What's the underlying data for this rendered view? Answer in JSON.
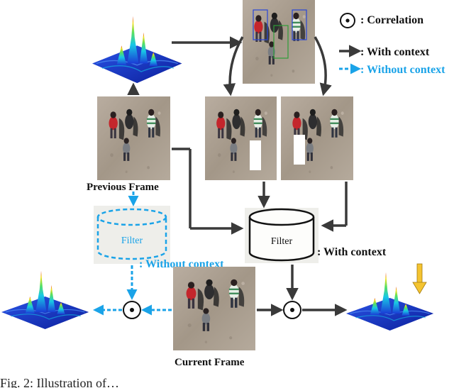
{
  "legend": {
    "correlation": ": Correlation",
    "with_context": ": With context",
    "without_context": ": Without context"
  },
  "labels": {
    "previous_frame": "Previous Frame",
    "current_frame": "Current Frame",
    "with_context": ": With context",
    "without_context": ": Without context"
  },
  "filters": {
    "with_context": "Filter",
    "without_context": "Filter"
  },
  "caption": "Fig. 2: Illustration of…",
  "colors": {
    "with_context": "#3a3a3a",
    "without_context": "#1aa3e8",
    "legend_without_context_text": "#1aa3e8"
  }
}
